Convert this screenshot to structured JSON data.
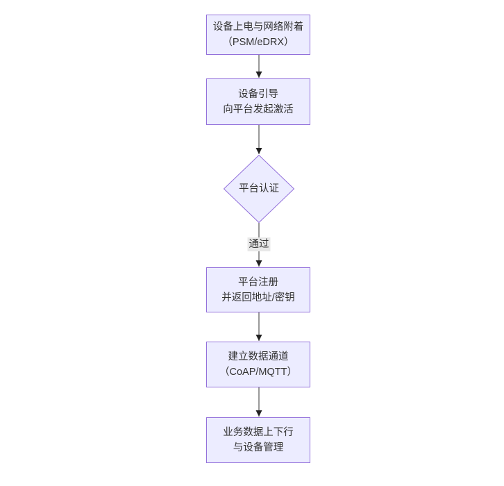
{
  "diagram": {
    "type": "flowchart",
    "direction": "top-down",
    "colors": {
      "background": "#ffffff",
      "node_fill": "#ECECFF",
      "node_border": "#9370DB",
      "edge_line": "#333333",
      "arrowhead": "#222222",
      "edge_label_bg": "#e8e8e8",
      "text": "#333333"
    },
    "nodes": [
      {
        "id": "power-attach",
        "shape": "rect",
        "line1": "设备上电与网络附着",
        "line2": "（PSM/eDRX）"
      },
      {
        "id": "bootstrap",
        "shape": "rect",
        "line1": "设备引导",
        "line2": "向平台发起激活"
      },
      {
        "id": "platform-auth",
        "shape": "diamond",
        "line1": "平台认证",
        "line2": ""
      },
      {
        "id": "register",
        "shape": "rect",
        "line1": "平台注册",
        "line2": "并返回地址/密钥"
      },
      {
        "id": "data-channel",
        "shape": "rect",
        "line1": "建立数据通道",
        "line2": "（CoAP/MQTT）"
      },
      {
        "id": "business-data",
        "shape": "rect",
        "line1": "业务数据上下行",
        "line2": "与设备管理"
      }
    ],
    "edges": [
      {
        "from": "power-attach",
        "to": "bootstrap",
        "label": ""
      },
      {
        "from": "bootstrap",
        "to": "platform-auth",
        "label": ""
      },
      {
        "from": "platform-auth",
        "to": "register",
        "label": "通过"
      },
      {
        "from": "register",
        "to": "data-channel",
        "label": ""
      },
      {
        "from": "data-channel",
        "to": "business-data",
        "label": ""
      }
    ]
  }
}
